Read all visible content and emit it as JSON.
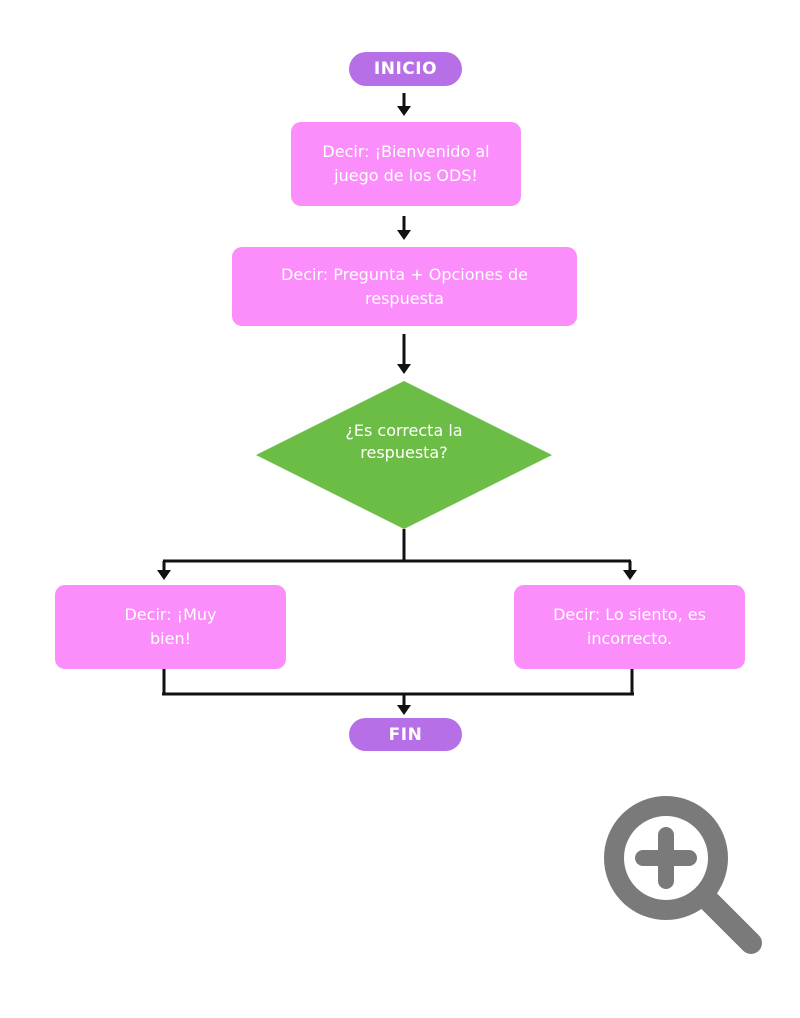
{
  "flowchart": {
    "start": "INICIO",
    "step1": "Decir: ¡Bienvenido al juego de los ODS!",
    "step2": "Decir: Pregunta + Opciones de respuesta",
    "decision": "¿Es correcta la respuesta?",
    "yes_branch": "Decir: ¡Muy bien!",
    "no_branch": "Decir: Lo siento, es incorrecto.",
    "end": "FIN"
  },
  "colors": {
    "terminal": "#b66fe6",
    "process": "#fb8efb",
    "decision": "#6cbd45",
    "line": "#111111",
    "zoom_icon": "#7a7a7a"
  },
  "icons": {
    "zoom": "zoom-in-icon"
  }
}
